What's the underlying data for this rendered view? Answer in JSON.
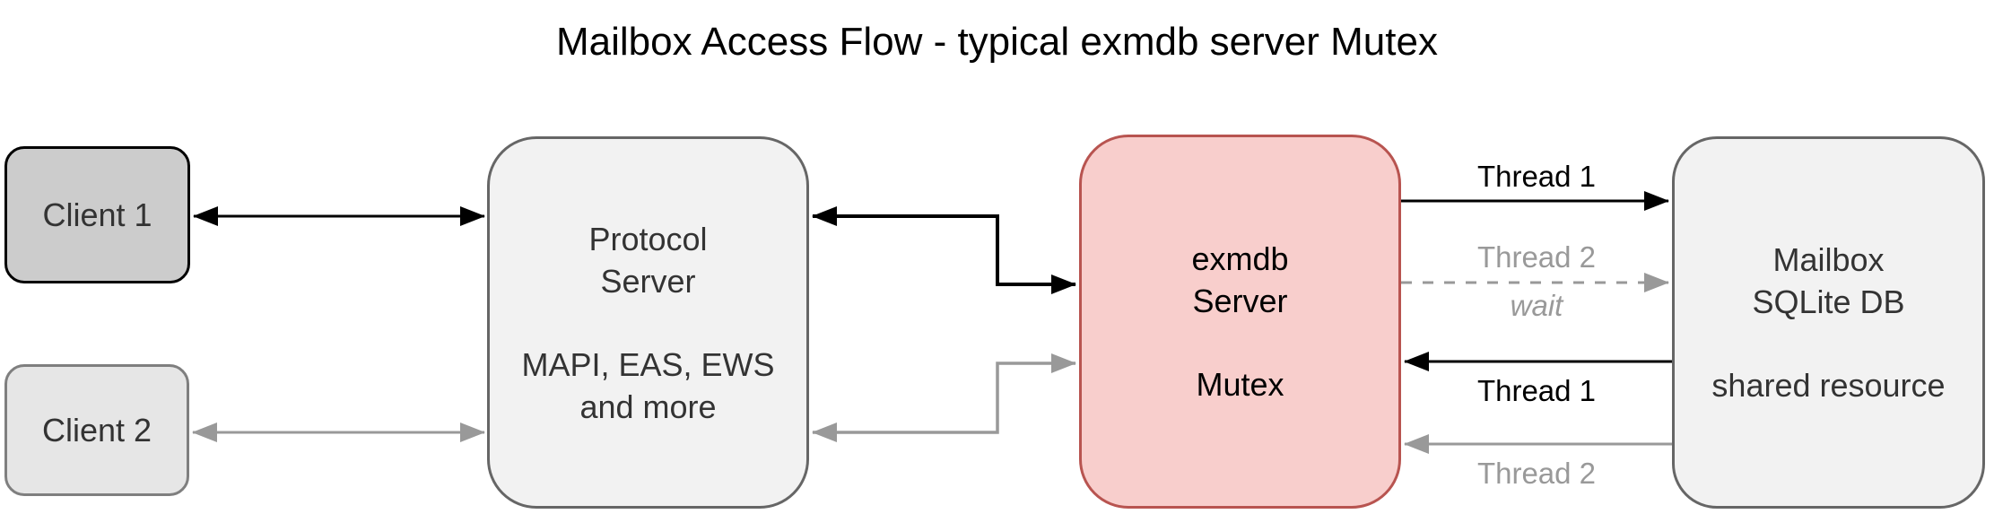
{
  "title": "Mailbox Access Flow - typical exmdb server Mutex",
  "nodes": {
    "client1": {
      "label": "Client 1"
    },
    "client2": {
      "label": "Client 2"
    },
    "protocol_server": {
      "name_line1": "Protocol",
      "name_line2": "Server",
      "detail_line1": "MAPI, EAS, EWS",
      "detail_line2": "and more"
    },
    "exmdb_server": {
      "name_line1": "exmdb",
      "name_line2": "Server",
      "detail": "Mutex"
    },
    "mailbox_db": {
      "name_line1": "Mailbox",
      "name_line2": "SQLite DB",
      "detail": "shared resource"
    }
  },
  "edges": {
    "exmdb_to_db_thread1": {
      "label": "Thread 1"
    },
    "exmdb_to_db_thread2": {
      "label": "Thread 2",
      "note": "wait"
    },
    "db_to_exmdb_thread1": {
      "label": "Thread 1"
    },
    "db_to_exmdb_thread2": {
      "label": "Thread 2"
    }
  },
  "colors": {
    "black": "#000000",
    "gray": "#999999",
    "box_fill": "#f2f2f2",
    "box_border": "#666666",
    "client1_fill": "#cccccc",
    "client1_border": "#000000",
    "client2_fill": "#e6e6e6",
    "client2_border": "#7f7f7f",
    "exmdb_fill": "#f8cecc",
    "exmdb_border": "#b85450",
    "text_dark": "#333333"
  }
}
